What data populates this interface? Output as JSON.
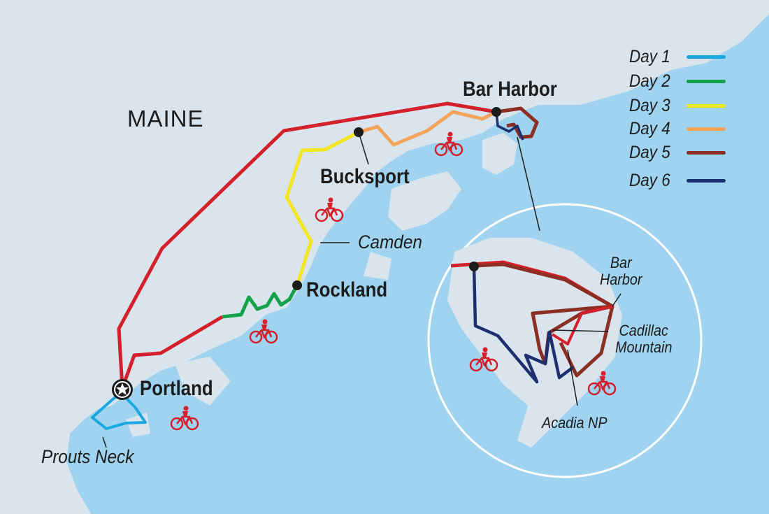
{
  "map": {
    "state_label": "MAINE",
    "places": {
      "bar_harbor": "Bar Harbor",
      "bucksport": "Bucksport",
      "camden": "Camden",
      "rockland": "Rockland",
      "portland": "Portland",
      "prouts_neck": "Prouts Neck"
    },
    "inset": {
      "bar_harbor": "Bar\nHarbor",
      "cadillac_mountain": "Cadillac\nMountain",
      "acadia_np": "Acadia NP"
    },
    "legend": [
      {
        "label": "Day 1",
        "color": "#1ba8e0"
      },
      {
        "label": "Day 2",
        "color": "#15a24a"
      },
      {
        "label": "Day 3",
        "color": "#f2e722"
      },
      {
        "label": "Day 4",
        "color": "#f4a35a"
      },
      {
        "label": "Day 5",
        "color": "#8b2e24"
      },
      {
        "label": "Day 6",
        "color": "#1c2f6e"
      }
    ],
    "route_colors": {
      "transfer": "#d4202a",
      "water": "#9fd3ef",
      "land": "#d9e4ec",
      "bike_icon": "#d4202a"
    },
    "icons": [
      "bike-icon",
      "start-star-icon",
      "town-dot-icon"
    ]
  }
}
